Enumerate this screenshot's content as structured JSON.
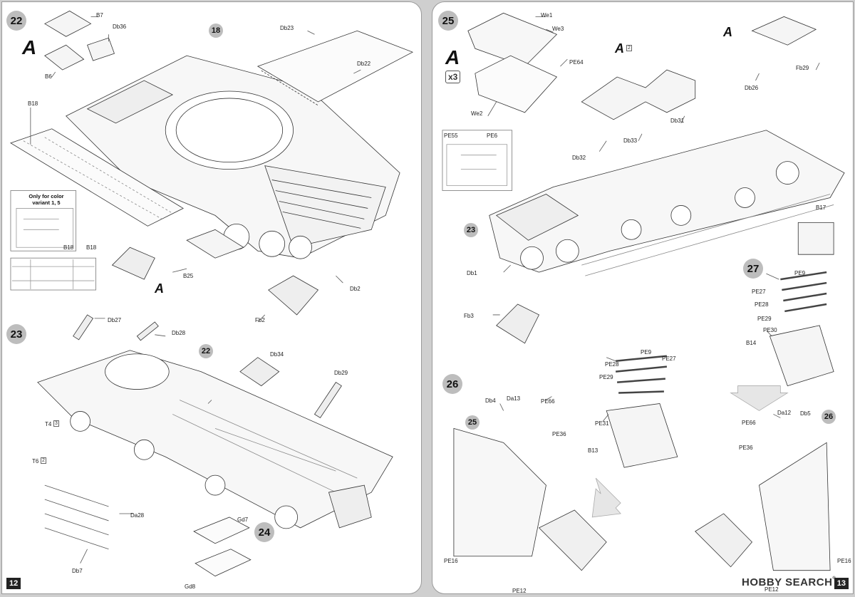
{
  "pages": {
    "left_number": "12",
    "right_number": "13"
  },
  "steps": {
    "s22": "22",
    "s23": "23",
    "s24": "24",
    "s25": "25",
    "s26": "26",
    "s27": "27",
    "r18": "18",
    "r22": "22",
    "r23": "23",
    "r25": "25",
    "r26": "26"
  },
  "big_a": "A",
  "multiplier": "x3",
  "note": "Only for color variant 1, 5",
  "mult_marks": {
    "x2": "2",
    "x3": "3",
    "t4": "3",
    "t6": "2"
  },
  "left_parts": {
    "b7": "B7",
    "db36": "Db36",
    "b6": "B6",
    "db23": "Db23",
    "db22": "Db22",
    "b18a": "B18",
    "b18b": "B18",
    "b18c": "B18",
    "b25": "B25",
    "db2": "Db2",
    "fb2": "Fb2",
    "db27": "Db27",
    "db28": "Db28",
    "db34": "Db34",
    "db29": "Db29",
    "t4": "T4",
    "t6": "T6",
    "da28": "Da28",
    "db7": "Db7",
    "gd7": "Gd7",
    "gd8": "Gd8"
  },
  "right_parts": {
    "we1": "We1",
    "we3": "We3",
    "pe64": "PE64",
    "we2": "We2",
    "pe55": "PE55",
    "pe6": "PE6",
    "db32": "Db32",
    "db33": "Db33",
    "db31": "Db31",
    "db26": "Db26",
    "fb29": "Fb29",
    "b17": "B17",
    "db1": "Db1",
    "fb3": "Fb3",
    "pe9a": "PE9",
    "pe27a": "PE27",
    "pe28a": "PE28",
    "pe29a": "PE29",
    "pe30": "PE30",
    "b14": "B14",
    "pe9b": "PE9",
    "pe27b": "PE27",
    "pe28b": "PE28",
    "pe29b": "PE29",
    "pe31": "PE31",
    "b13": "B13",
    "db4": "Db4",
    "da13a": "Da13",
    "pe66a": "PE66",
    "pe36a": "PE36",
    "pe16a": "PE16",
    "pe12a": "PE12",
    "pe66b": "PE66",
    "da12": "Da12",
    "db5": "Db5",
    "pe36b": "PE36",
    "pe16b": "PE16",
    "pe12b": "PE12"
  },
  "watermark": {
    "text": "HOBBY SEARCH",
    "tm": "®"
  }
}
